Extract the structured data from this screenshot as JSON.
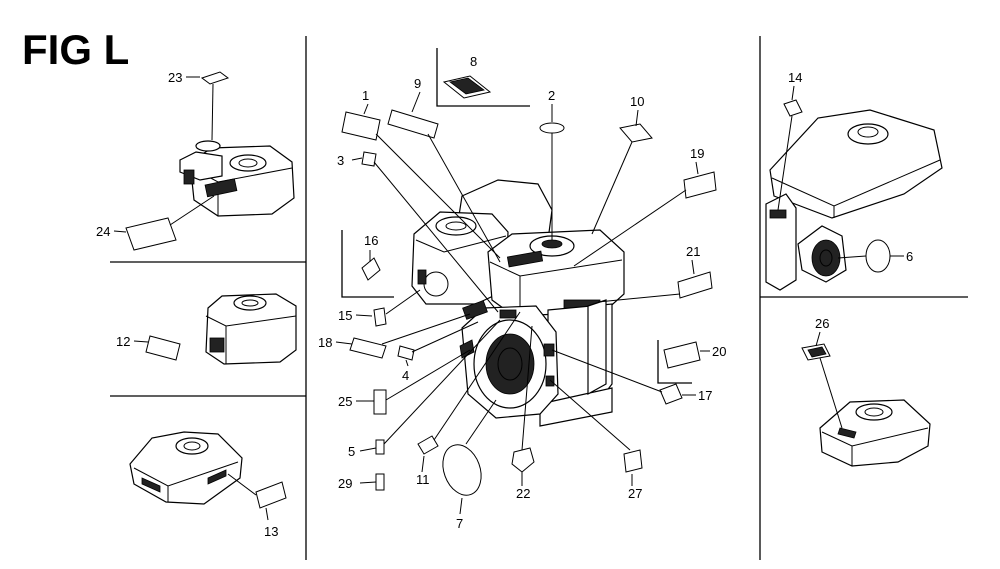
{
  "title": "FIG L",
  "callouts": [
    {
      "id": "c1",
      "text": "1"
    },
    {
      "id": "c2",
      "text": "2"
    },
    {
      "id": "c3",
      "text": "3"
    },
    {
      "id": "c4",
      "text": "4"
    },
    {
      "id": "c5",
      "text": "5"
    },
    {
      "id": "c6",
      "text": "6"
    },
    {
      "id": "c7",
      "text": "7"
    },
    {
      "id": "c8",
      "text": "8"
    },
    {
      "id": "c9",
      "text": "9"
    },
    {
      "id": "c10",
      "text": "10"
    },
    {
      "id": "c11",
      "text": "11"
    },
    {
      "id": "c12",
      "text": "12"
    },
    {
      "id": "c13",
      "text": "13"
    },
    {
      "id": "c14",
      "text": "14"
    },
    {
      "id": "c15",
      "text": "15"
    },
    {
      "id": "c16",
      "text": "16"
    },
    {
      "id": "c17",
      "text": "17"
    },
    {
      "id": "c18",
      "text": "18"
    },
    {
      "id": "c19",
      "text": "19"
    },
    {
      "id": "c20",
      "text": "20"
    },
    {
      "id": "c21",
      "text": "21"
    },
    {
      "id": "c22",
      "text": "22"
    },
    {
      "id": "c23",
      "text": "23"
    },
    {
      "id": "c24",
      "text": "24"
    },
    {
      "id": "c25",
      "text": "25"
    },
    {
      "id": "c26",
      "text": "26"
    },
    {
      "id": "c27",
      "text": "27"
    },
    {
      "id": "c29",
      "text": "29"
    }
  ]
}
